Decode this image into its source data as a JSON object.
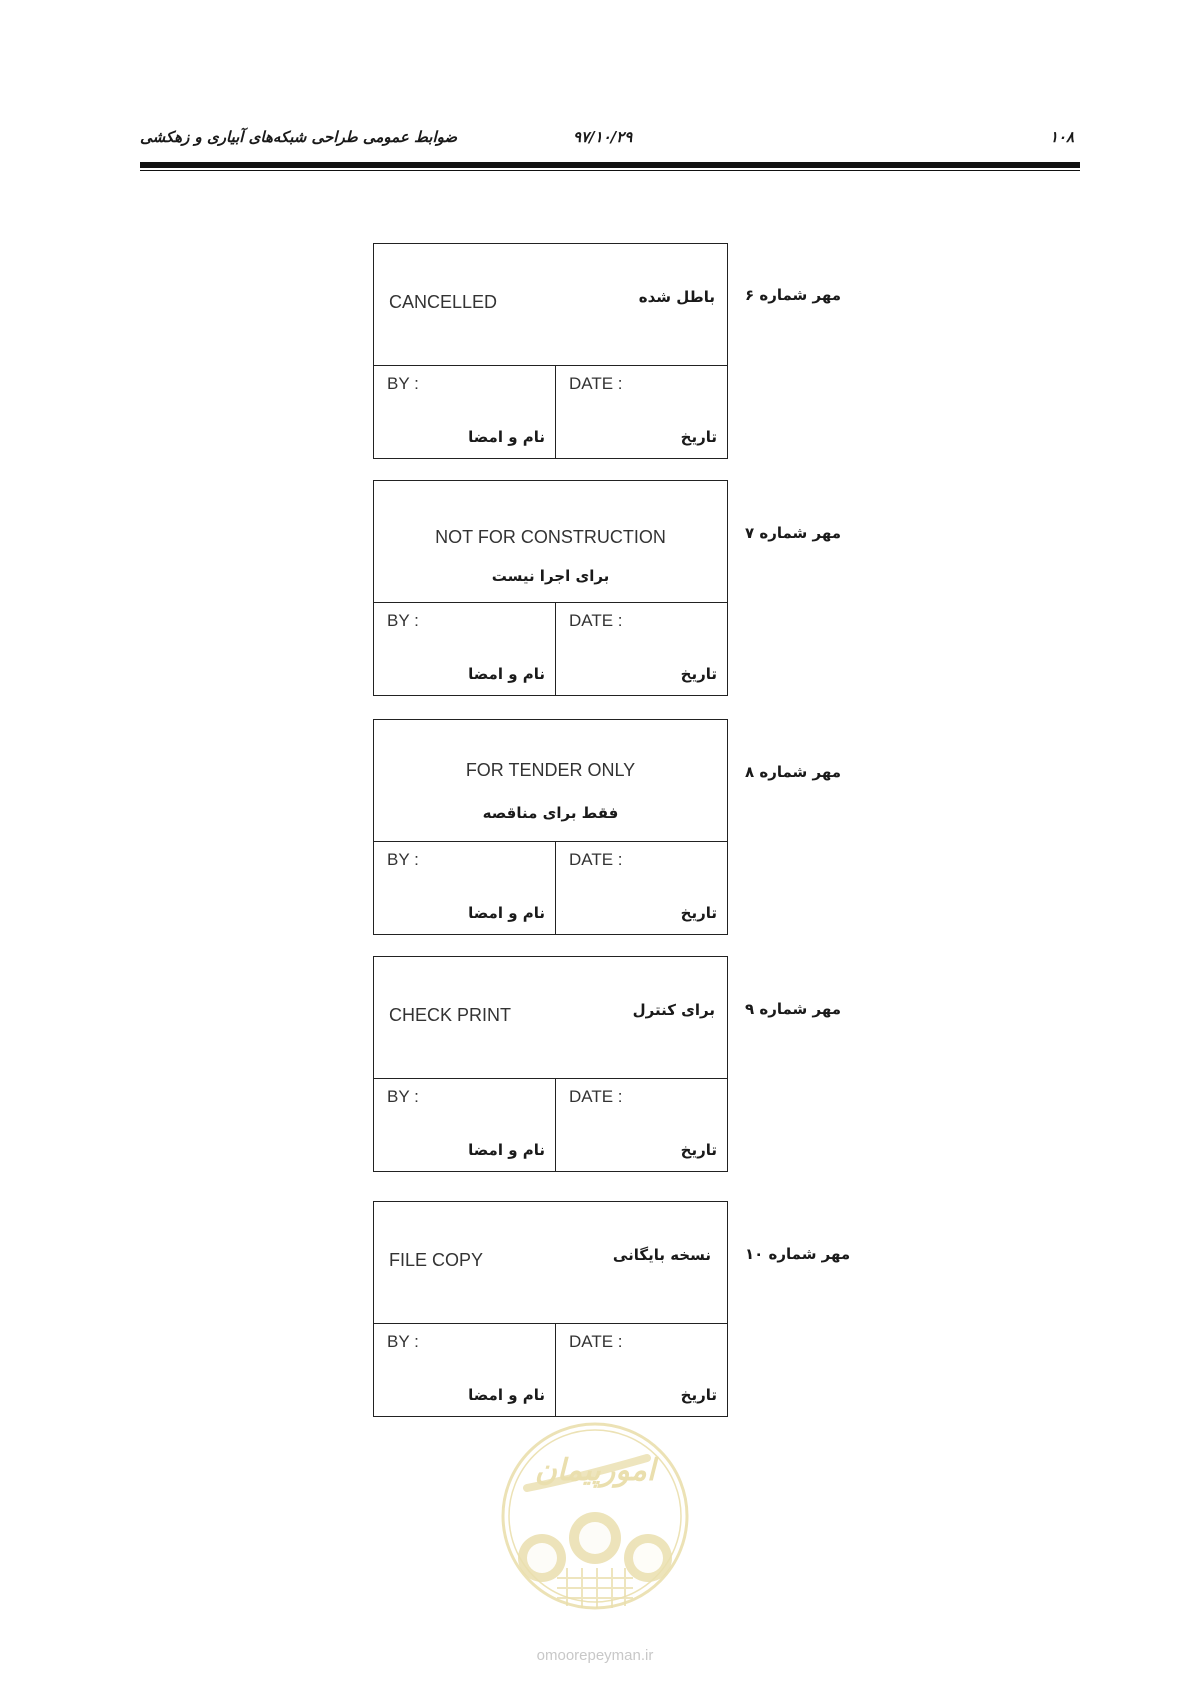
{
  "header": {
    "title": "ضوابط عمومی طراحی شبکه‌های آبیاری و زهکشی",
    "date": "۹۷/۱۰/۲۹",
    "page": "۱۰۸"
  },
  "stamps": [
    {
      "label": "مهر شماره ۶",
      "en": "CANCELLED",
      "fa": "باطل شده",
      "by": "BY :",
      "date": "DATE :",
      "by_fa": "نام و امضا",
      "date_fa": "تاریخ"
    },
    {
      "label": "مهر شماره ۷",
      "en": "NOT FOR CONSTRUCTION",
      "fa": "برای اجرا نیست",
      "by": "BY :",
      "date": "DATE :",
      "by_fa": "نام و امضا",
      "date_fa": "تاریخ"
    },
    {
      "label": "مهر شماره ۸",
      "en": "FOR TENDER ONLY",
      "fa": "فقط برای مناقصه",
      "by": "BY :",
      "date": "DATE :",
      "by_fa": "نام و امضا",
      "date_fa": "تاریخ"
    },
    {
      "label": "مهر شماره ۹",
      "en": "CHECK PRINT",
      "fa": "برای کنترل",
      "by": "BY :",
      "date": "DATE :",
      "by_fa": "نام و امضا",
      "date_fa": "تاریخ"
    },
    {
      "label": "مهر شماره ۱۰",
      "en": "FILE COPY",
      "fa": "نسخه بایگانی",
      "by": "BY :",
      "date": "DATE :",
      "by_fa": "نام و امضا",
      "date_fa": "تاریخ"
    }
  ],
  "watermark": {
    "logo_text": "امورپیمان",
    "site": "omoorepeyman.ir",
    "color": "#e9dca6"
  }
}
